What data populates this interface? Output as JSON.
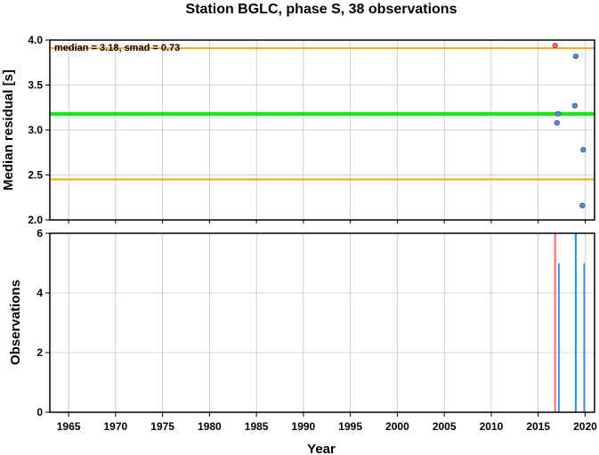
{
  "chart_data": [
    {
      "type": "scatter",
      "title": "Station BGLC, phase S, 38 observations",
      "xlabel": "",
      "ylabel": "Median residual [s]",
      "xlim": [
        1963,
        2021
      ],
      "ylim": [
        2.0,
        4.0
      ],
      "xticks": [
        1965,
        1970,
        1975,
        1980,
        1985,
        1990,
        1995,
        2000,
        2005,
        2010,
        2015,
        2020
      ],
      "yticks": [
        "2.0",
        "2.5",
        "3.0",
        "3.5",
        "4.0"
      ],
      "grid": true,
      "annotation": "median = 3.18, smad = 0.73",
      "hlines": [
        {
          "role": "median",
          "y": 3.18,
          "color": "#00ee00"
        },
        {
          "role": "upper",
          "y": 3.91,
          "color": "#ffa500"
        },
        {
          "role": "lower",
          "y": 2.45,
          "color": "#ffa500"
        }
      ],
      "series": [
        {
          "color": "#4a90e2",
          "points": [
            {
              "x": 2017.1,
              "y": 3.18
            },
            {
              "x": 2017.0,
              "y": 3.08
            },
            {
              "x": 2019.0,
              "y": 3.82
            },
            {
              "x": 2018.9,
              "y": 3.27
            },
            {
              "x": 2019.8,
              "y": 2.78
            },
            {
              "x": 2019.7,
              "y": 2.16
            }
          ]
        },
        {
          "color": "#ff6b6b",
          "points": [
            {
              "x": 2016.8,
              "y": 3.94
            }
          ]
        }
      ]
    },
    {
      "type": "bar",
      "xlabel": "Year",
      "ylabel": "Observations",
      "xlim": [
        1963,
        2021
      ],
      "ylim": [
        0,
        6
      ],
      "xticks": [
        1965,
        1970,
        1975,
        1980,
        1985,
        1990,
        1995,
        2000,
        2005,
        2010,
        2015,
        2020
      ],
      "yticks": [
        "0",
        "2",
        "4",
        "6"
      ],
      "grid": true,
      "bars": [
        {
          "x": 2016.8,
          "value": 6,
          "color": "#ff6b6b"
        },
        {
          "x": 2017.2,
          "value": 5,
          "color": "#4a90e2"
        },
        {
          "x": 2019.0,
          "value": 6,
          "color": "#1e90ff"
        },
        {
          "x": 2019.9,
          "value": 5,
          "color": "#4a90e2"
        }
      ]
    }
  ]
}
